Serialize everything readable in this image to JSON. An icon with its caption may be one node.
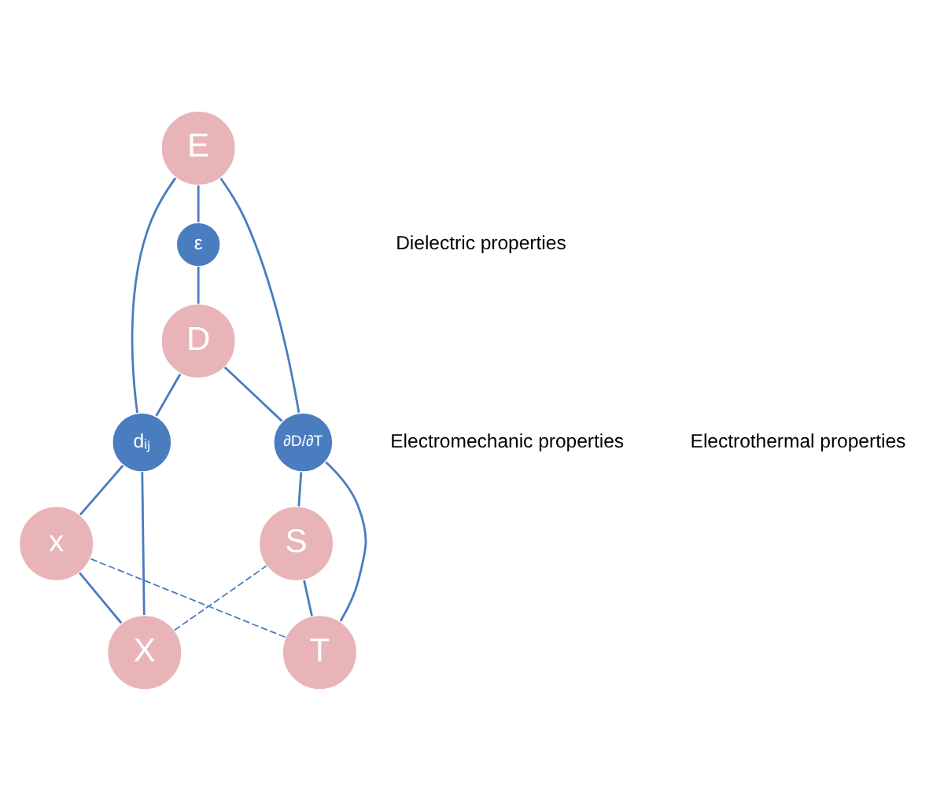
{
  "diagram": {
    "nodes": [
      {
        "text": [
          "E"
        ]
      },
      {
        "text": [
          "ε"
        ]
      },
      {
        "text": [
          "D"
        ]
      },
      {
        "text": [
          "dᵢⱼ"
        ]
      },
      {
        "text": [
          "∂D/∂T"
        ]
      },
      {
        "text": [
          "x"
        ]
      },
      {
        "text": [
          "S"
        ]
      },
      {
        "text": [
          "X"
        ]
      },
      {
        "text": [
          "T"
        ]
      }
    ],
    "edges": [
      {
        "from": 0,
        "to": 1,
        "arrow": "none"
      },
      {
        "from": 1,
        "to": 2,
        "arrow": "none"
      },
      {
        "from": 0,
        "to": 3,
        "arrow": "none"
      },
      {
        "from": 2,
        "to": 3,
        "arrow": "none"
      },
      {
        "from": 0,
        "to": 4,
        "arrow": "none"
      },
      {
        "from": 2,
        "to": 4,
        "arrow": "none"
      },
      {
        "from": 3,
        "to": 5,
        "arrow": "none"
      },
      {
        "from": 3,
        "to": 7,
        "arrow": "none"
      },
      {
        "from": 4,
        "to": 6,
        "arrow": "none"
      },
      {
        "from": 4,
        "to": 8,
        "arrow": "none"
      },
      {
        "from": 5,
        "to": 7,
        "arrow": "none"
      },
      {
        "from": 6,
        "to": 8,
        "arrow": "none"
      },
      {
        "from": 5,
        "to": 8,
        "arrow": "none",
        "style": "dashed"
      },
      {
        "from": 7,
        "to": 6,
        "arrow": "none",
        "style": "dashed"
      }
    ],
    "labels": [
      "Dielectric properties",
      "Electromechanic properties",
      "Electrothermal properties"
    ]
  }
}
